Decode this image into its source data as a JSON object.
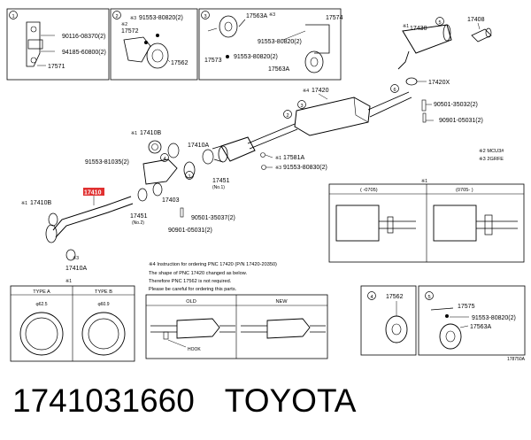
{
  "diagram": {
    "callouts_top": {
      "box1": {
        "num": "1",
        "p1": "90116-08370(2)",
        "p2": "94185-60800(2)",
        "p3": "17571"
      },
      "box2": {
        "num": "2",
        "p1": "91553-80820(2)",
        "p2": "17572",
        "p3": "17562",
        "mark": "※2",
        "mark2": "※3"
      },
      "box3": {
        "num": "3",
        "p1": "17563A",
        "p2": "17574",
        "p3": "91553-80820(2)",
        "p4": "17573",
        "p5": "91553-80820(2)",
        "p6": "17563A",
        "mark": "※3"
      }
    },
    "main_labels": {
      "p17430": "17430",
      "p17408": "17408",
      "p17420x": "17420X",
      "p17420": "17420",
      "pa": "90501-35032(2)",
      "pb": "90901-05031(2)",
      "p17410b_top": "17410B",
      "p17410a_top": "17410A",
      "pc": "91553-81035(2)",
      "p17451_1": "17451",
      "p17451_1_note": "(No.1)",
      "p17403": "17403",
      "p17451_2": "17451",
      "p17451_2_note": "(No.2)",
      "pd": "90501-35037(2)",
      "pe": "90901-05031(2)",
      "p17410_red": "17410",
      "p17410b_left": "17410B",
      "p17410a_bot": "17410A",
      "p17581a": "17581A",
      "pf": "91553-80830(2)",
      "mark_main": "※4",
      "mark_17410b": "※1",
      "mark_17410b_left": "※1",
      "mark_17410a_bot": "※3",
      "mark_17430": "※1",
      "mark_17581a": "※1",
      "mark_pf": "※3",
      "legend1": "※2 MCU3#",
      "legend2": "※3 2GRFE",
      "n4": "4",
      "n5": "5",
      "n6": "6",
      "n3": "3",
      "n2": "2",
      "n1": "1"
    },
    "table": {
      "mark": "※1",
      "col1": "( -0705)",
      "col2": "(0705- )"
    },
    "instruction": {
      "line1": "※4 Instruction for ordering PNC 17420 (P/N 17420-20350)",
      "line2": "The shape of PNC 17420 changed as below.",
      "line3": "Therefore PNC 17562 is not required.",
      "line4": "Please be careful for ordering this parts.",
      "old": "OLD",
      "new": "NEW",
      "hook": "HOOK"
    },
    "gasket": {
      "mark": "※1",
      "type_a": "TYPE A",
      "type_b": "TYPE B",
      "dim_a": "φ62.5",
      "dim_b": "φ60.9"
    },
    "box4": {
      "num": "4",
      "p1": "17562"
    },
    "box5": {
      "num": "5",
      "p1": "17575",
      "p2": "91553-80820(2)",
      "p3": "17563A"
    },
    "drawing_id": "178750A"
  },
  "caption": {
    "part_number": "1741031660",
    "brand": "TOYOTA"
  },
  "colors": {
    "highlight": "#e03030",
    "line": "#000000"
  }
}
